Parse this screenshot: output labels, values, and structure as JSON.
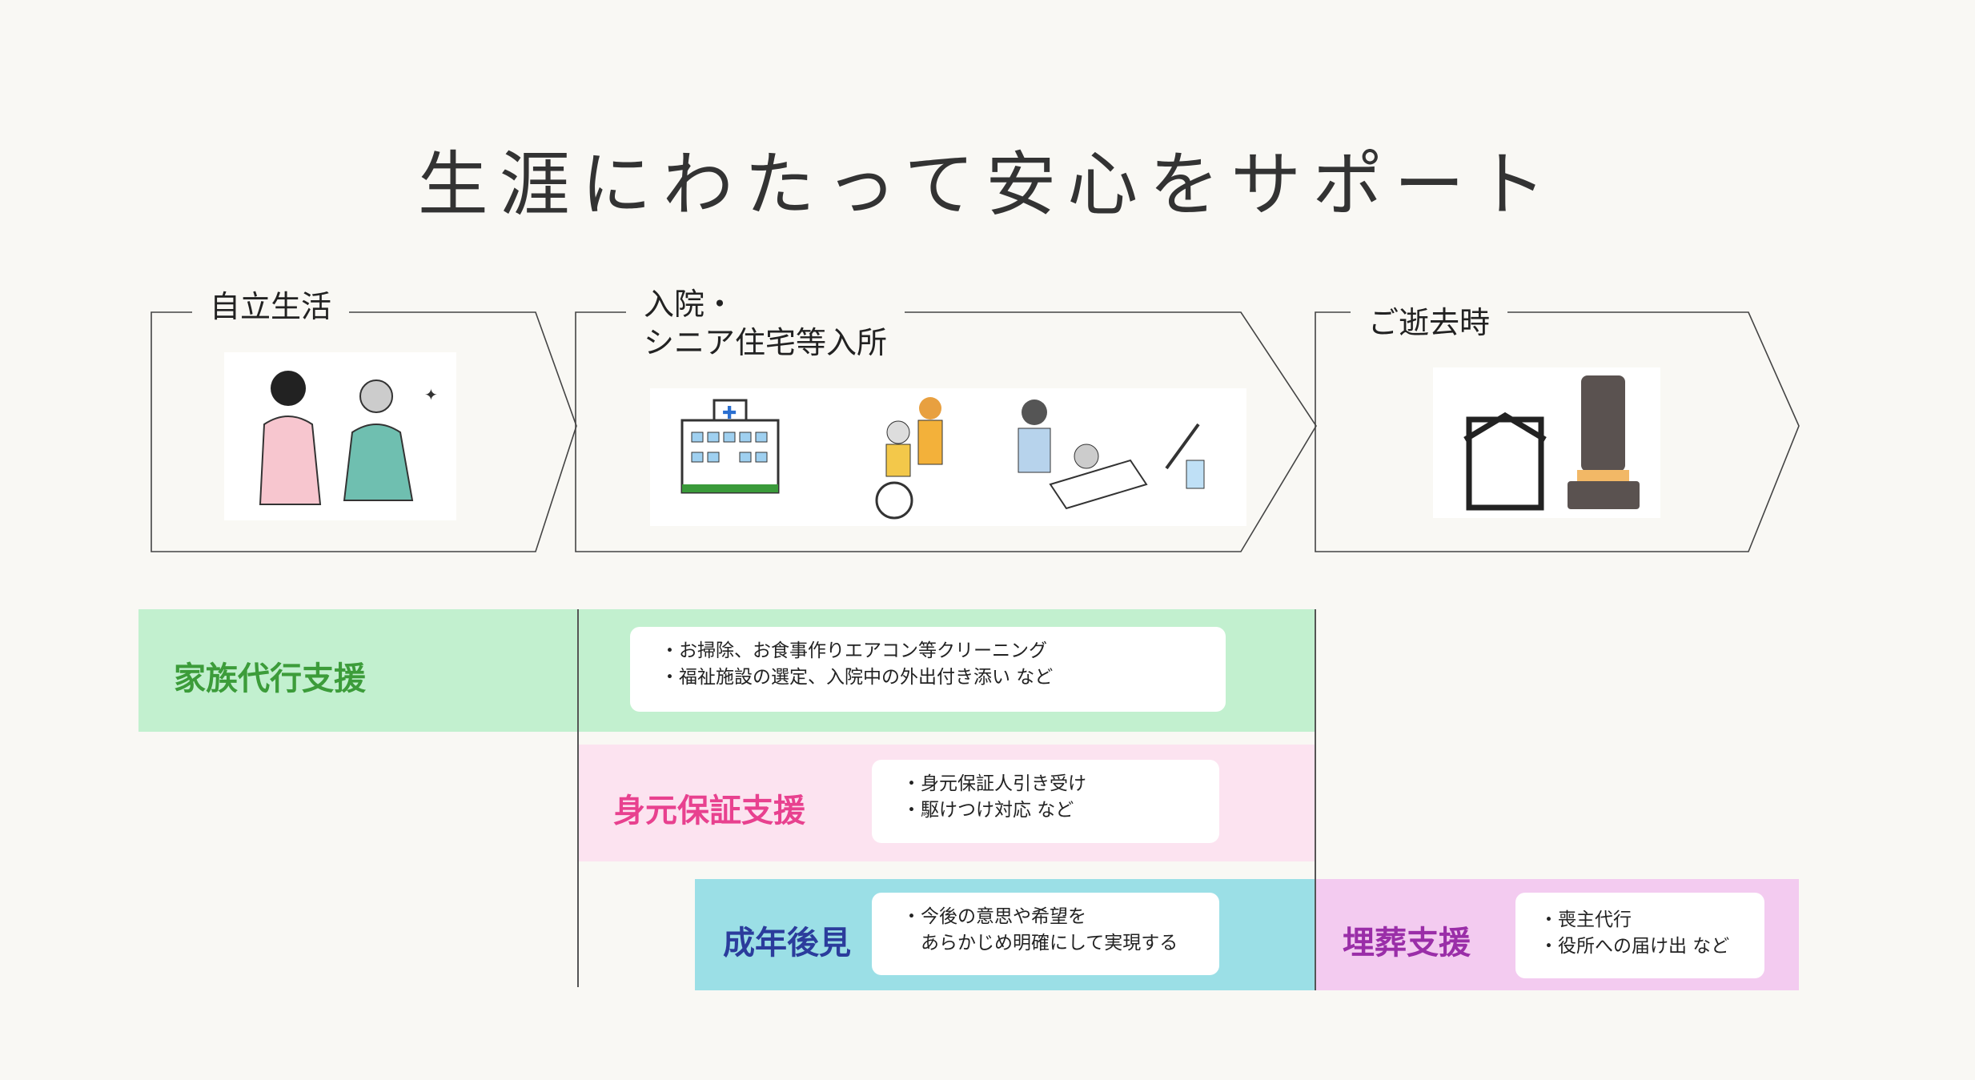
{
  "title": "生涯にわたって安心をサポート",
  "stages": [
    {
      "label": "自立生活",
      "image": "caregiver-helping-elderly-woman"
    },
    {
      "label_line1": "入院・",
      "label_line2": "シニア住宅等入所",
      "images": [
        "hospital",
        "wheelchair-care",
        "bedside-care",
        "medicine-syringe"
      ]
    },
    {
      "label": "ご逝去時",
      "images": [
        "funeral-frame",
        "grave-stone"
      ]
    }
  ],
  "services": [
    {
      "name": "家族代行支援",
      "color": "#3c9c3a",
      "bg": "#c2f0cf",
      "lines": [
        "・お掃除、お食事作りエアコン等クリーニング",
        "・福祉施設の選定、入院中の外出付き添い など"
      ]
    },
    {
      "name": "身元保証支援",
      "color": "#e8418f",
      "bg": "#fce3f0",
      "lines": [
        "・身元保証人引き受け",
        "・駆けつけ対応 など"
      ]
    },
    {
      "name": "成年後見",
      "color": "#2b3c9c",
      "bg": "#9bdfe6",
      "lines": [
        "・今後の意思や希望を",
        "　あらかじめ明確にして実現する"
      ]
    },
    {
      "name": "埋葬支援",
      "color": "#9a2ea8",
      "bg": "#f3cbf0",
      "lines": [
        "・喪主代行",
        "・役所への届け出 など"
      ]
    }
  ]
}
